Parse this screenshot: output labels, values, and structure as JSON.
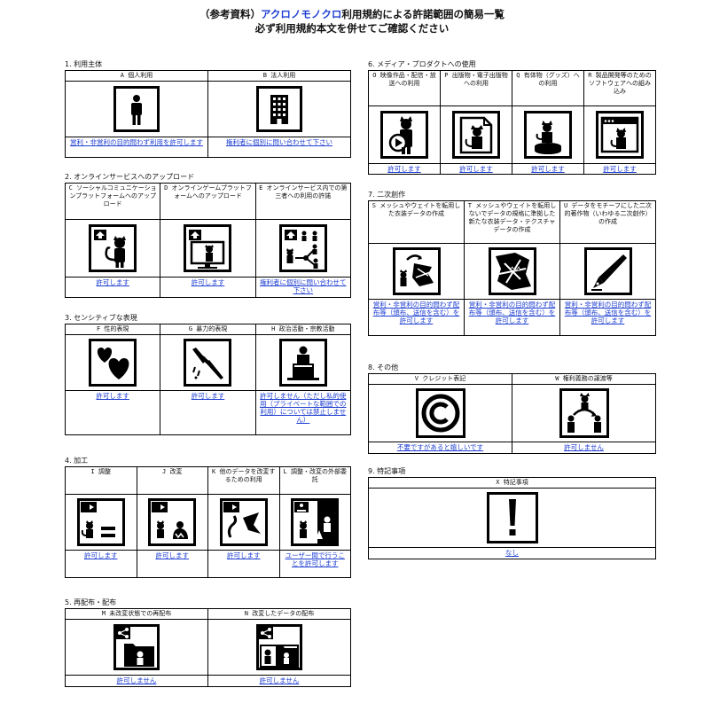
{
  "header": {
    "line1_pre": "（参考資料）",
    "line1_brand": "アクロノモノクロ",
    "line1_post": "利用規約による許諾範囲の簡易一覧",
    "line2": "必ず利用規約本文を併せてご確認ください"
  },
  "sections": {
    "s1": {
      "title": "1. 利用主体",
      "items": [
        {
          "label": "A 個人利用",
          "icon": "person-icon",
          "permission": "営利・非営利の目的問わず利用を許可します"
        },
        {
          "label": "B 法人利用",
          "icon": "building-icon",
          "permission": "権利者に個別に問い合わせて下さい"
        }
      ]
    },
    "s2": {
      "title": "2. オンラインサービスへのアップロード",
      "items": [
        {
          "label": "C ソーシャルコミュニケーションプラットフォームへのアップロード",
          "icon": "upload-character-icon",
          "permission": "許可します"
        },
        {
          "label": "D オンラインゲームプラットフォームへのアップロード",
          "icon": "upload-game-icon",
          "permission": "許可します"
        },
        {
          "label": "E オンラインサービス内での第三者への利用の許諾",
          "icon": "share-users-icon",
          "permission": "権利者に個別に問い合わせて下さい"
        }
      ]
    },
    "s3": {
      "title": "3. センシティブな表現",
      "items": [
        {
          "label": "F 性的表現",
          "icon": "hearts-icon",
          "permission": "許可します"
        },
        {
          "label": "G 暴力的表現",
          "icon": "knife-icon",
          "permission": "許可します"
        },
        {
          "label": "H 政治活動・宗教活動",
          "icon": "podium-icon",
          "permission": "許可しません（ただし私的使用（プライベートな範囲での利用）については禁止しません）"
        }
      ]
    },
    "s4": {
      "title": "4. 加工",
      "items": [
        {
          "label": "I 調整",
          "icon": "adjust-icon",
          "permission": "許可します"
        },
        {
          "label": "J 改変",
          "icon": "modify-icon",
          "permission": "許可します"
        },
        {
          "label": "K 他のデータを改変するための利用",
          "icon": "parts-icon",
          "permission": "許可します"
        },
        {
          "label": "L 調整・改変の外部委託",
          "icon": "outsource-icon",
          "permission": "ユーザー間で行うことを許可します"
        }
      ]
    },
    "s5": {
      "title": "5. 再配布・配布",
      "items": [
        {
          "label": "M 未改変状態での再配布",
          "icon": "redistribute-icon",
          "permission": "許可しません"
        },
        {
          "label": "N 改変したデータの配布",
          "icon": "distribute-modified-icon",
          "permission": "許可しません"
        }
      ]
    },
    "s6": {
      "title": "6. メディア・プロダクトへの使用",
      "items": [
        {
          "label": "O 映像作品・配信・放送への利用",
          "icon": "video-icon",
          "permission": "許可します"
        },
        {
          "label": "P 出版物・電子出版物への利用",
          "icon": "publication-icon",
          "permission": "許可します"
        },
        {
          "label": "Q 有体物（グッズ）への利用",
          "icon": "goods-icon",
          "permission": "許可します"
        },
        {
          "label": "R 製品開発等のためのソフトウェアへの組み込み",
          "icon": "software-icon",
          "permission": "許可します"
        }
      ]
    },
    "s7": {
      "title": "7. 二次創作",
      "items": [
        {
          "label": "S メッシュやウェイトを転用した衣装データの作成",
          "icon": "mesh-costume-icon",
          "permission": "営利・非営利の目的問わず配布等（頒布、送信を含む）を許可します"
        },
        {
          "label": "T メッシュやウェイトを転用しないでデータの規格に準拠した新たな衣装データ・テクスチャデータの作成",
          "icon": "texture-icon",
          "permission": "営利・非営利の目的問わず配布等（頒布、送信を含む）を許可します"
        },
        {
          "label": "U データをモチーフにした二次的著作物（いわゆる二次創作）の作成",
          "icon": "pen-icon",
          "permission": "営利・非営利の目的問わず配布等（頒布、送信を含む）を許可します"
        }
      ]
    },
    "s8": {
      "title": "8. その他",
      "items": [
        {
          "label": "V クレジット表記",
          "icon": "copyright-icon",
          "permission": "不要ですがあると嬉しいです"
        },
        {
          "label": "W 権利義務の譲渡等",
          "icon": "transfer-icon",
          "permission": "許可しません"
        }
      ]
    },
    "s9": {
      "title": "9. 特記事項",
      "items": [
        {
          "label": "X 特記事項",
          "icon": "exclamation-icon",
          "permission": "なし"
        }
      ]
    }
  },
  "colors": {
    "link": "#1f3fd1",
    "ink": "#111111"
  }
}
